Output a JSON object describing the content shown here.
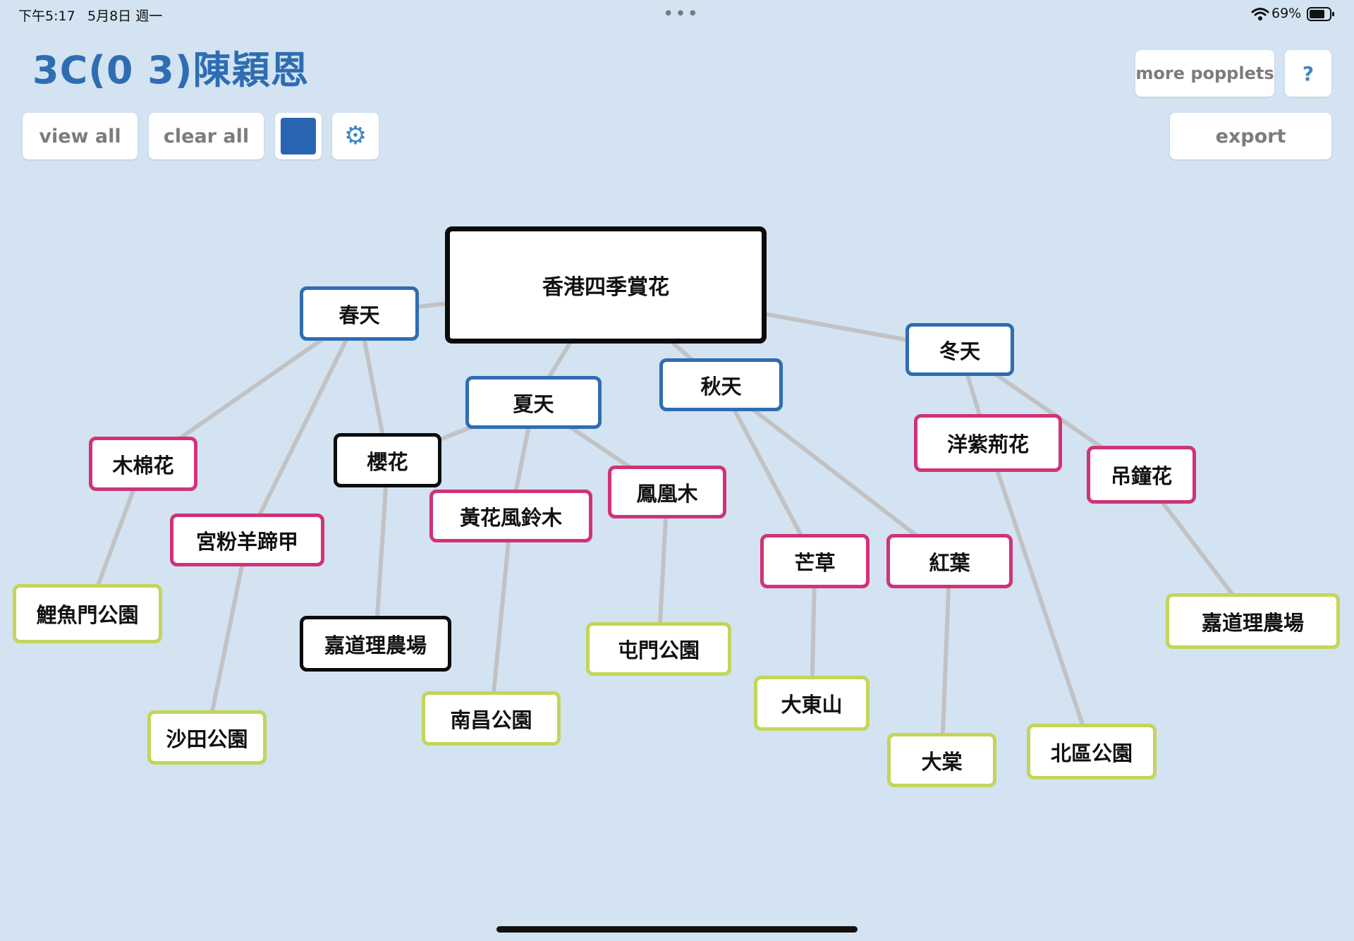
{
  "status_bar": {
    "time": "下午5:17",
    "date": "5月8日 週一",
    "multitask_dots": "•••",
    "battery_percent": "69%",
    "wifi_icon": "wifi-icon",
    "battery_icon": "battery-icon"
  },
  "page_title": "3C(0 3)陳穎恩",
  "toolbar": {
    "view_all": "view all",
    "clear_all": "clear all",
    "color_swatch": "#2a65b4",
    "settings_icon": "gear-icon"
  },
  "top_right": {
    "more_popplets": "more popplets",
    "help": "?",
    "export": "export"
  },
  "colors": {
    "background": "#d3e3f1",
    "connector": "#c2c2c4",
    "black": "#0b0b0b",
    "blue": "#2f6db2",
    "pink": "#cf3378",
    "lime": "#c3d55a"
  },
  "nodes": {
    "root": {
      "label": "香港四季賞花",
      "color": "black"
    },
    "spring": {
      "label": "春天",
      "color": "blue"
    },
    "summer": {
      "label": "夏天",
      "color": "blue"
    },
    "autumn": {
      "label": "秋天",
      "color": "blue"
    },
    "winter": {
      "label": "冬天",
      "color": "blue"
    },
    "kapok": {
      "label": "木棉花",
      "color": "pink"
    },
    "bauhinia": {
      "label": "宮粉羊蹄甲",
      "color": "pink"
    },
    "sakura": {
      "label": "櫻花",
      "color": "black"
    },
    "golden_shower": {
      "label": "黃花風鈴木",
      "color": "pink"
    },
    "flame_tree": {
      "label": "鳳凰木",
      "color": "pink"
    },
    "silvergrass": {
      "label": "芒草",
      "color": "pink"
    },
    "red_leaves": {
      "label": "紅葉",
      "color": "pink"
    },
    "bougainvillea": {
      "label": "洋紫荊花",
      "color": "pink"
    },
    "bell_flower": {
      "label": "吊鐘花",
      "color": "pink"
    },
    "lei_yue_mun": {
      "label": "鯉魚門公園",
      "color": "lime"
    },
    "shatin_park": {
      "label": "沙田公園",
      "color": "lime"
    },
    "kadoorie_1": {
      "label": "嘉道理農場",
      "color": "black"
    },
    "nam_cheong": {
      "label": "南昌公園",
      "color": "lime"
    },
    "tuen_mun": {
      "label": "屯門公園",
      "color": "lime"
    },
    "tai_tung_shan": {
      "label": "大東山",
      "color": "lime"
    },
    "tai_tong": {
      "label": "大棠",
      "color": "lime"
    },
    "north_district": {
      "label": "北區公園",
      "color": "lime"
    },
    "kadoorie_2": {
      "label": "嘉道理農場",
      "color": "lime"
    }
  },
  "links": [
    [
      "root",
      "spring"
    ],
    [
      "root",
      "summer"
    ],
    [
      "root",
      "autumn"
    ],
    [
      "root",
      "winter"
    ],
    [
      "spring",
      "kapok"
    ],
    [
      "spring",
      "bauhinia"
    ],
    [
      "spring",
      "sakura"
    ],
    [
      "summer",
      "sakura"
    ],
    [
      "summer",
      "golden_shower"
    ],
    [
      "summer",
      "flame_tree"
    ],
    [
      "autumn",
      "silvergrass"
    ],
    [
      "autumn",
      "red_leaves"
    ],
    [
      "winter",
      "bougainvillea"
    ],
    [
      "winter",
      "bell_flower"
    ],
    [
      "kapok",
      "lei_yue_mun"
    ],
    [
      "bauhinia",
      "shatin_park"
    ],
    [
      "sakura",
      "kadoorie_1"
    ],
    [
      "golden_shower",
      "nam_cheong"
    ],
    [
      "flame_tree",
      "tuen_mun"
    ],
    [
      "silvergrass",
      "tai_tung_shan"
    ],
    [
      "red_leaves",
      "tai_tong"
    ],
    [
      "bougainvillea",
      "north_district"
    ],
    [
      "bell_flower",
      "kadoorie_2"
    ]
  ]
}
